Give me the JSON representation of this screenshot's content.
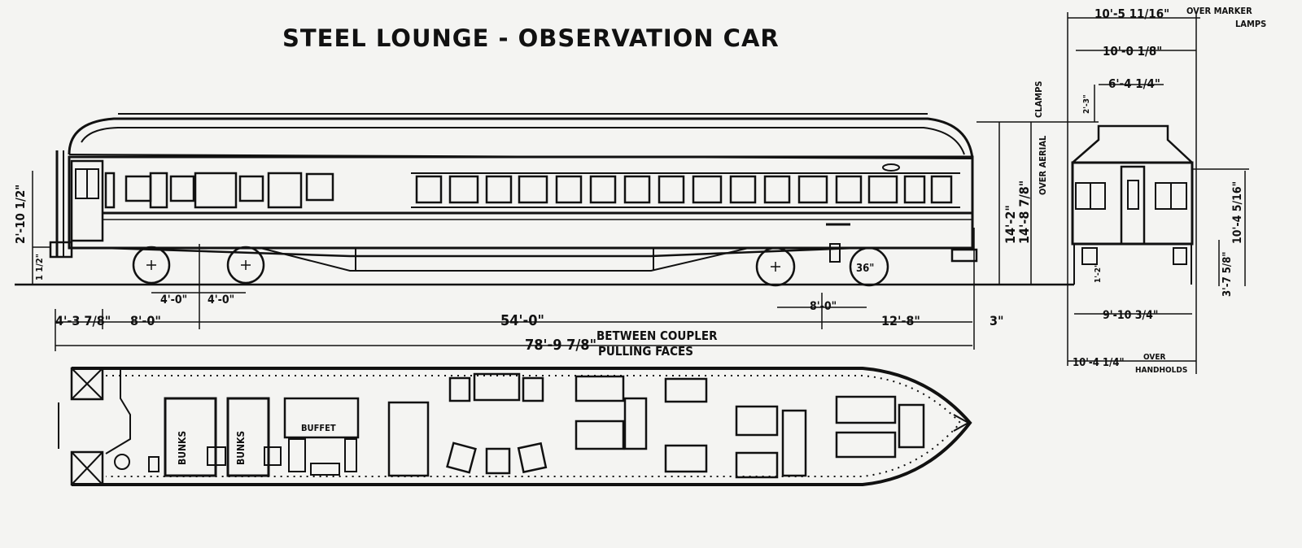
{
  "title": "STEEL LOUNGE - OBSERVATION CAR",
  "colors": {
    "ink": "#111111",
    "paper": "#f4f4f2"
  },
  "side_elevation": {
    "dims": {
      "overhang_left": "4'-3 7/8\"",
      "truck_center_left": "8'-0\"",
      "truck_centers": "54'-0\"",
      "overhang_right": "12'-8\"",
      "coupler_extra": "3\"",
      "wheelbase_left_1": "4'-0\"",
      "wheelbase_left_2": "4'-0\"",
      "wheelbase_right": "8'-0\"",
      "wheel_diameter": "36\"",
      "overall_length": "78'-9 7/8\"",
      "overall_note_1": "BETWEEN COUPLER",
      "overall_note_2": "PULLING FACES",
      "height_body": "14'-2\"",
      "height_aerial": "14'-8 7/8\"",
      "aerial_note": "OVER AERIAL",
      "clamps_note": "CLAMPS",
      "step_height": "2'-10 1/2\"",
      "step_small": "1 1/2\""
    }
  },
  "end_elevation": {
    "dims": {
      "marker_lamps_width": "10'-5 11/16\"",
      "marker_lamps_note_1": "OVER MARKER",
      "marker_lamps_note_2": "LAMPS",
      "body_width": "10'-0 1/8\"",
      "roof_width": "6'-4 1/4\"",
      "roof_small": "2'-3\"",
      "side_height": "10'-4 5/16\"",
      "floor_height": "3'-7 5/8\"",
      "step_small": "1'-2\"",
      "truck_width": "9'-10 3/4\"",
      "handhold_width": "10'-4 1/4\"",
      "handhold_note_1": "OVER",
      "handhold_note_2": "HANDHOLDS"
    }
  },
  "floor_plan": {
    "labels": {
      "bunks_1": "BUNKS",
      "bunks_2": "BUNKS",
      "buffet": "BUFFET"
    }
  }
}
